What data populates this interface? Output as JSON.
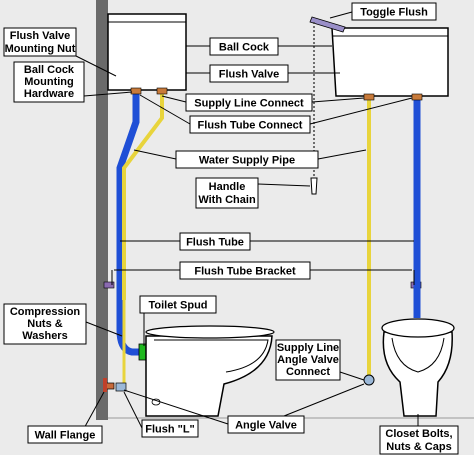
{
  "diagram": {
    "labels": {
      "toggle_flush": "Toggle Flush",
      "flush_valve_nut_1": "Flush Valve",
      "flush_valve_nut_2": "Mounting Nut",
      "ball_cock": "Ball Cock",
      "flush_valve": "Flush Valve",
      "ball_cock_hw_1": "Ball Cock",
      "ball_cock_hw_2": "Mounting",
      "ball_cock_hw_3": "Hardware",
      "supply_line_connect": "Supply Line Connect",
      "flush_tube_connect": "Flush Tube Connect",
      "water_supply_pipe": "Water Supply Pipe",
      "handle_chain_1": "Handle",
      "handle_chain_2": "With Chain",
      "flush_tube": "Flush Tube",
      "flush_tube_bracket": "Flush Tube Bracket",
      "compression_1": "Compression",
      "compression_2": "Nuts &",
      "compression_3": "Washers",
      "toilet_spud": "Toilet Spud",
      "supply_angle_1": "Supply Line",
      "supply_angle_2": "Angle Valve",
      "supply_angle_3": "Connect",
      "wall_flange": "Wall Flange",
      "flush_l": "Flush \"L\"",
      "angle_valve": "Angle Valve",
      "closet_bolts_1": "Closet Bolts,",
      "closet_bolts_2": "Nuts & Caps"
    },
    "colors": {
      "background": "#ebebeb",
      "flush_tube": "#1f4fd6",
      "supply_pipe": "#e8d43c",
      "wall": "#6a6a6a",
      "fixture": "#ffffff",
      "spud": "#1fb81f",
      "toggle": "#9a8fc8"
    }
  }
}
